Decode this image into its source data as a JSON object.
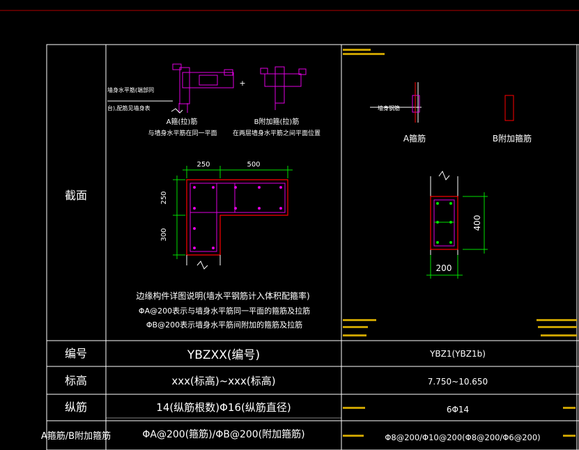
{
  "colors": {
    "background": "#000000",
    "grid": "#ffffff",
    "section": "#ff0000",
    "stirrup": "#e000e0",
    "dimension": "#00e000",
    "text": "#ffffff",
    "note": "#e0e000"
  },
  "table": {
    "row_labels": {
      "section": "截面",
      "number": "编号",
      "elevation": "标高",
      "long_bars": "纵筋",
      "stirrups": "A箍筋/B附加箍筋"
    },
    "template": {
      "number": "YBZXX(编号)",
      "elevation": "xxx(标高)~xxx(标高)",
      "long_bars": "14(纵筋根数)Φ16(纵筋直径)",
      "stirrups": "ΦA@200(箍筋)/ΦB@200(附加箍筋)"
    },
    "column": {
      "number": "YBZ1(YBZ1b)",
      "elevation": "7.750~10.650",
      "long_bars": "6Φ14",
      "stirrups": "Φ8@200/Φ10@200(Φ8@200/Φ6@200)"
    }
  },
  "template_section": {
    "wall_label_line1": "墙身水平筋(端部同",
    "wall_label_line2": "台),配筋见墙身表",
    "plus": "+",
    "a_caption_line1": "A箍(拉)筋",
    "a_caption_line2": "与墙身水平筋在同一平面",
    "b_caption_line1": "B附加箍(拉)筋",
    "b_caption_line2": "在两层墙身水平筋之间平面位置",
    "dim_top_left": "250",
    "dim_top_right": "500",
    "dim_left_upper": "250",
    "dim_left_lower": "300",
    "notes": [
      "边缘构件详图说明(墙水平钢筋计入体积配箍率)",
      "ΦA@200表示与墙身水平筋同一平面的箍筋及拉筋",
      "ΦB@200表示墙身水平筋间附加的箍筋及拉筋"
    ]
  },
  "column_section": {
    "wall_label": "墙身钢筋",
    "a_label": "A箍筋",
    "b_label": "B附加箍筋",
    "dim_height": "400",
    "dim_width": "200"
  }
}
